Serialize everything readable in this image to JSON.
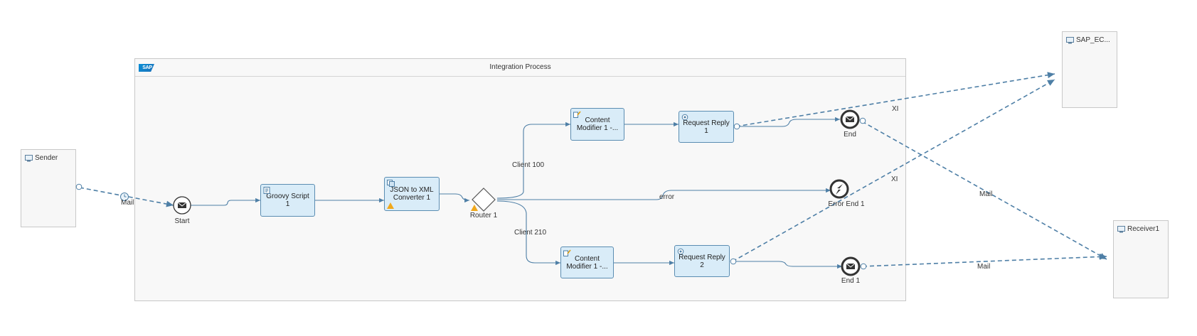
{
  "pool": {
    "title": "Integration Process",
    "logo_text": "SAP"
  },
  "participants": {
    "sender": {
      "label": "Sender",
      "icon": "participant-icon"
    },
    "sap_ec": {
      "label": "SAP_EC...",
      "icon": "participant-icon"
    },
    "receiver1": {
      "label": "Receiver1",
      "icon": "participant-icon"
    }
  },
  "events": {
    "start": {
      "label": "Start",
      "icon": "envelope-icon"
    },
    "end": {
      "label": "End",
      "icon": "envelope-icon"
    },
    "error_end": {
      "label": "Error End 1",
      "icon": "lightning-icon"
    },
    "end1": {
      "label": "End 1",
      "icon": "envelope-icon"
    }
  },
  "tasks": {
    "groovy": {
      "label": "Groovy Script 1",
      "icon": "script-icon"
    },
    "json": {
      "label": "JSON to XML Converter 1",
      "icon": "converter-icon",
      "warning": true
    },
    "cm_top": {
      "label": "Content Modifier 1 -...",
      "icon": "content-modifier-icon"
    },
    "cm_bottom": {
      "label": "Content Modifier 1 -...",
      "icon": "content-modifier-icon"
    },
    "rr1": {
      "label": "Request Reply 1",
      "icon": "gear-icon"
    },
    "rr2": {
      "label": "Request Reply 2",
      "icon": "gear-icon"
    }
  },
  "gateway": {
    "label": "Router 1",
    "warning": true
  },
  "flow_labels": {
    "client100": "Client 100",
    "client210": "Client 210",
    "error": "error",
    "mail_sender": "Mail",
    "xi_top": "XI",
    "xi_bottom": "XI",
    "mail_end": "Mail",
    "mail_end1": "Mail"
  },
  "colors": {
    "task_fill": "#d9ecf8",
    "task_border": "#5b8db2",
    "flow_line": "#4e7fa6",
    "pool_fill": "#f8f8f8",
    "participant_fill": "#f7f7f7",
    "warning": "#f0a81c"
  }
}
